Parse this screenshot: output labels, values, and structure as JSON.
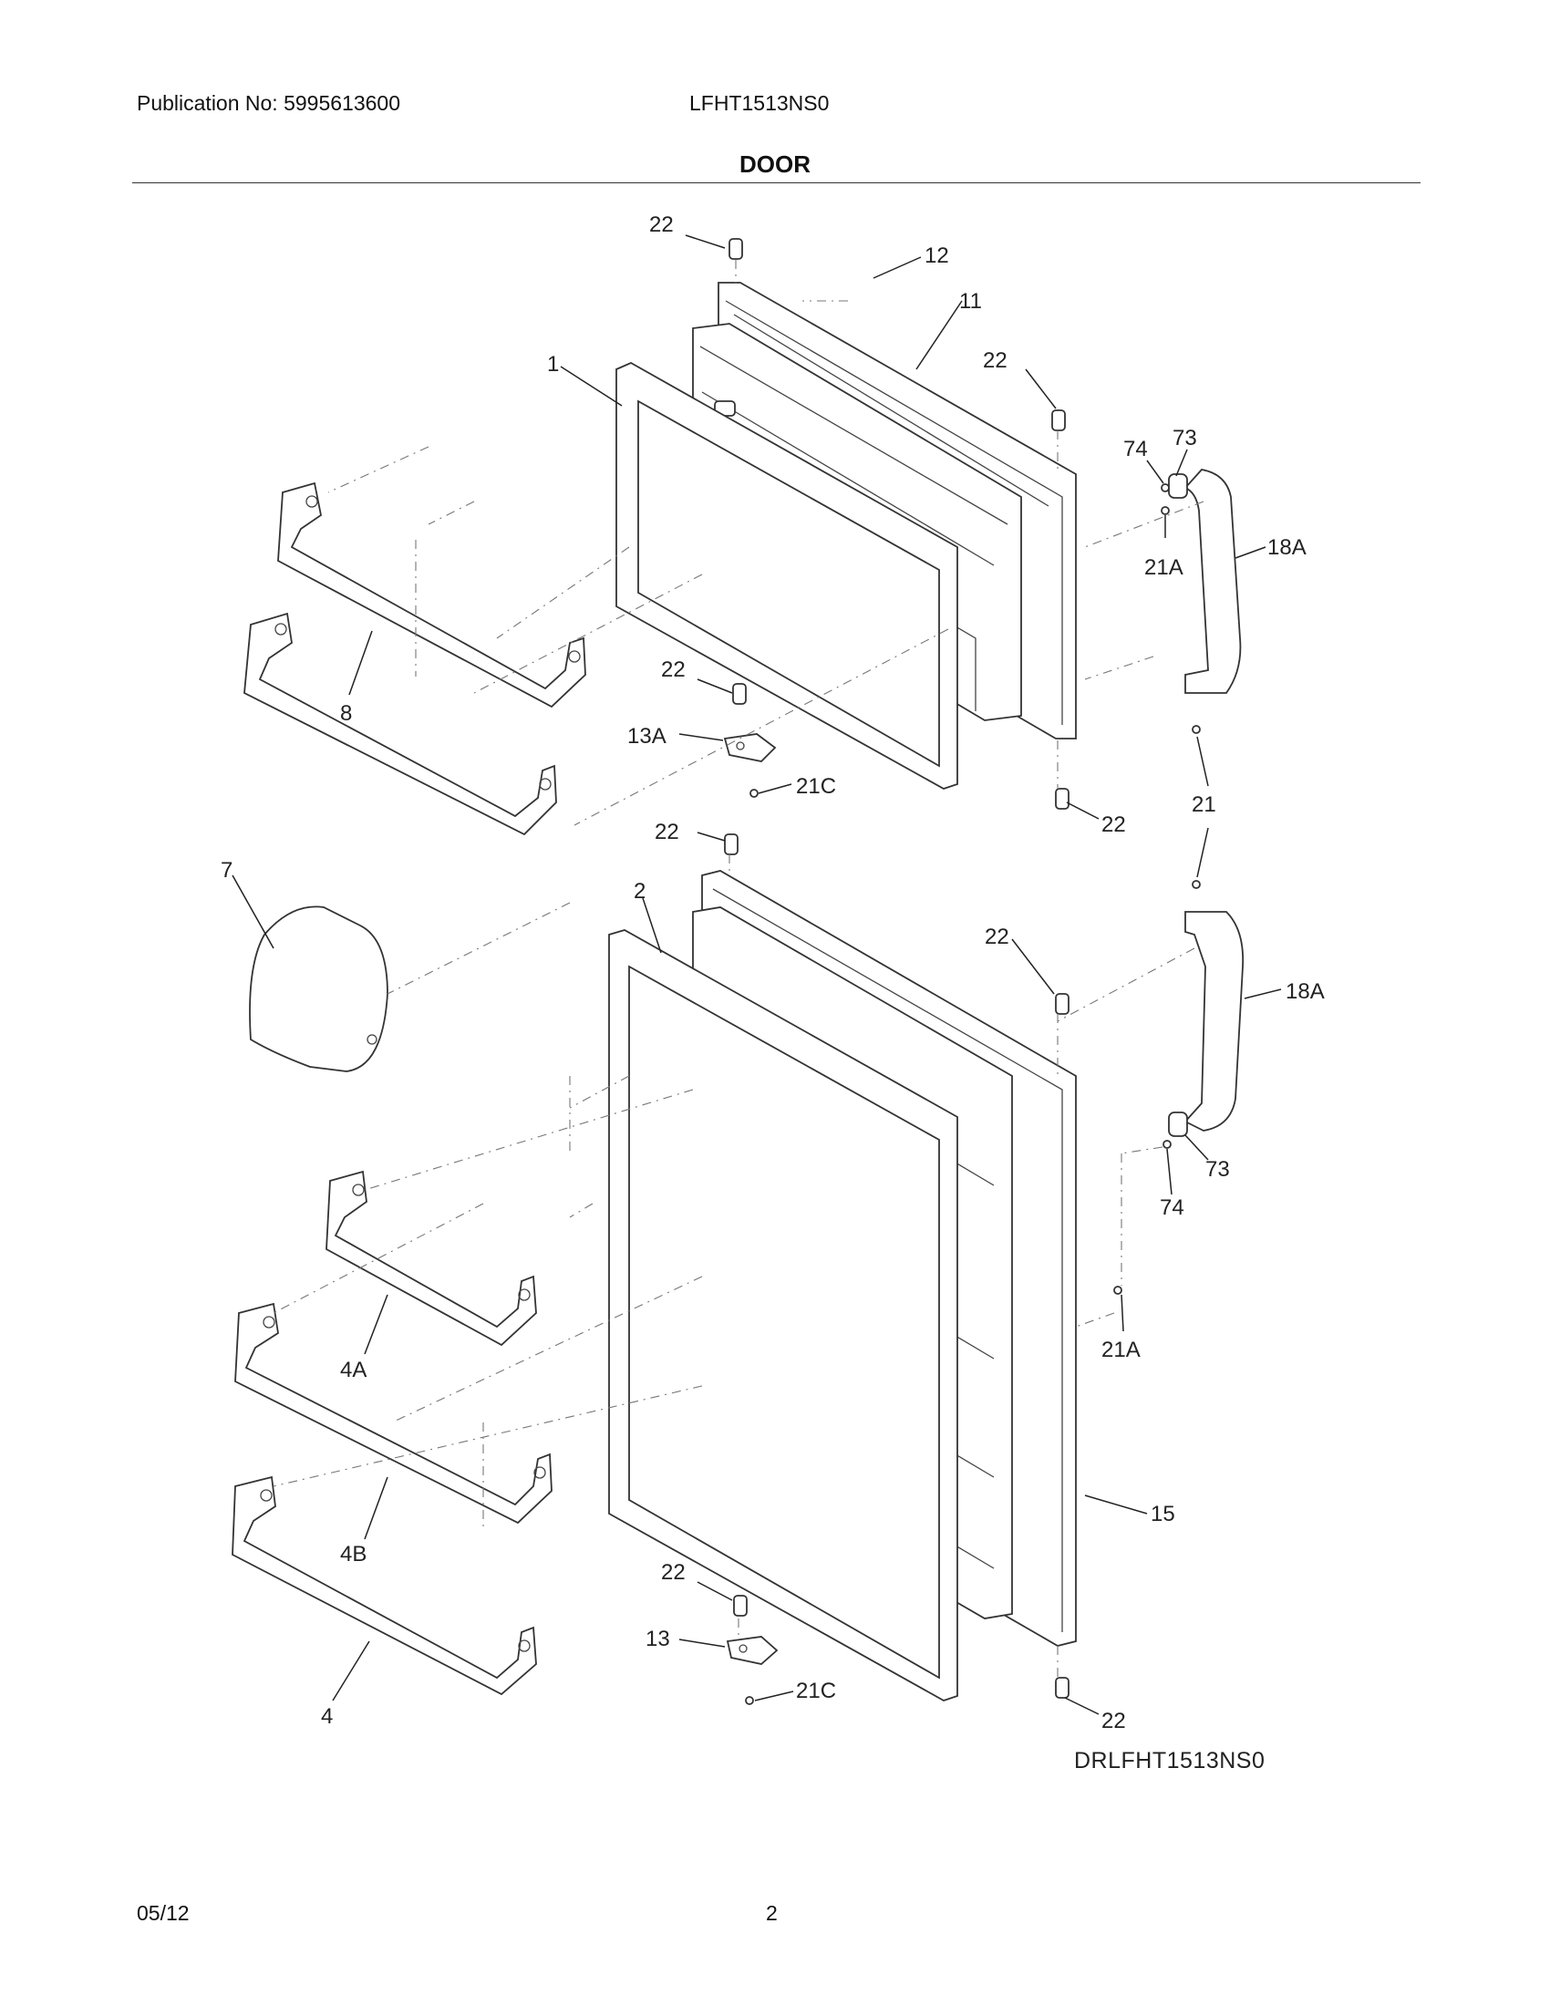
{
  "header": {
    "publication": "Publication No: 5995613600",
    "model": "LFHT1513NS0",
    "section_title": "DOOR"
  },
  "diagram": {
    "callouts": {
      "c22_a": "22",
      "c12": "12",
      "c11": "11",
      "c1": "1",
      "c22_b": "22",
      "c74_a": "74",
      "c73_a": "73",
      "c18a_a": "18A",
      "c21a_a": "21A",
      "c8": "8",
      "c22_c": "22",
      "c13a": "13A",
      "c21c_a": "21C",
      "c22_d": "22",
      "c21": "21",
      "c22_e": "22",
      "c7": "7",
      "c2": "2",
      "c22_f": "22",
      "c18a_b": "18A",
      "c73_b": "73",
      "c74_b": "74",
      "c4a": "4A",
      "c21a_b": "21A",
      "c4b": "4B",
      "c15": "15",
      "c22_g": "22",
      "c13": "13",
      "c21c_b": "21C",
      "c4": "4",
      "c22_h": "22"
    },
    "drawing_code": "DRLFHT1513NS0"
  },
  "footer": {
    "date": "05/12",
    "page": "2"
  }
}
